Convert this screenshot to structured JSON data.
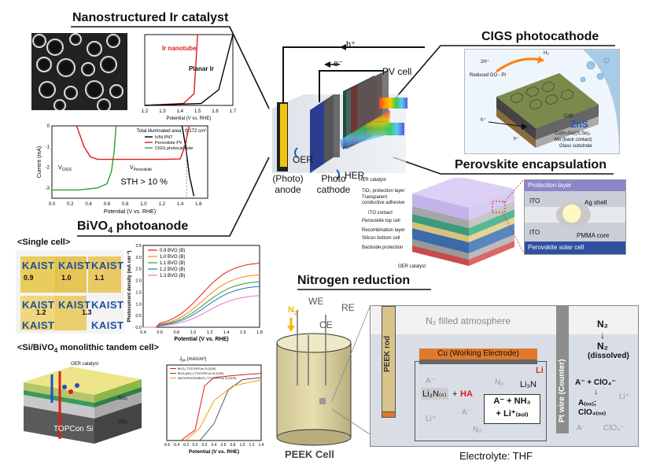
{
  "sections": {
    "ir": {
      "title": "Nanostructured Ir catalyst"
    },
    "cigs": {
      "title": "CIGS photocathode"
    },
    "perov": {
      "title": "Perovskite encapsulation"
    },
    "bivo4": {
      "title": "BiVO",
      "sub": "4",
      "suffix": " photoanode"
    },
    "nitro": {
      "title": "Nitrogen reduction"
    }
  },
  "center": {
    "h_plus": "h⁺",
    "e_minus": "e⁻",
    "pv_cell": "PV cell",
    "oer": "OER",
    "her": "HER",
    "anode_1": "(Photo)",
    "anode_2": "anode",
    "cathode_1": "Photo",
    "cathode_2": "cathode"
  },
  "ir_chart": {
    "ticks_x": [
      "1.2",
      "1.3",
      "1.4",
      "1.5",
      "1.6",
      "1.7"
    ],
    "xlabel": "Potential (V vs. RHE)",
    "series": [
      {
        "name": "Ir nanotube",
        "color": "#e31a1c",
        "values": [
          [
            1.2,
            0
          ],
          [
            1.42,
            0.5
          ],
          [
            1.48,
            3
          ],
          [
            1.5,
            18
          ]
        ]
      },
      {
        "name": "Planar Ir",
        "color": "#000000",
        "values": [
          [
            1.2,
            0
          ],
          [
            1.52,
            0.5
          ],
          [
            1.62,
            4
          ],
          [
            1.7,
            18
          ]
        ]
      }
    ]
  },
  "jv_chart": {
    "annotation": "Total illuminated area : 0.172 cm²",
    "legend": [
      "Ir/Ni PNT",
      "Perovskite PV",
      "CIGS photocathode"
    ],
    "colors": [
      "#000000",
      "#e31a1c",
      "#2ca02c"
    ],
    "ylabel": "Current (mA)",
    "xlabel": "Potential (V vs. RHE)",
    "ticks_x": [
      "0.0",
      "0.2",
      "0.4",
      "0.6",
      "0.8",
      "1.0",
      "1.2",
      "1.4",
      "1.6"
    ],
    "ticks_y": [
      "0",
      "-1",
      "-2",
      "-3"
    ],
    "v_cigs": "V",
    "v_cigs_sub": "CIGS",
    "v_perov": "V",
    "v_perov_sub": "Perovskite",
    "sth": "STH > 10 %"
  },
  "bivo4_panel": {
    "single_cell": "<Single cell>",
    "logo": "KAIST",
    "labels": [
      "0.9",
      "1.0",
      "1.1",
      "1.2",
      "1.3"
    ],
    "tandem_title_1": "<Si/BiVO",
    "tandem_title_sub": "4",
    "tandem_title_2": " monolithic tandem cell>",
    "stack_labels": [
      "OER catalyst",
      "SiO₂",
      "TOPCon Si",
      "SiO₂"
    ],
    "stack_center": "TOPCon Si"
  },
  "bvo_chart": {
    "legend": [
      "0.9 BVO (B)",
      "1.0 BVO (B)",
      "1.1 BVO (B)",
      "1.2 BVO (B)",
      "1.3 BVO (B)"
    ],
    "colors": [
      "#e31a1c",
      "#ff7f0e",
      "#2ca02c",
      "#1f77b4",
      "#e377c2"
    ],
    "ylabel": "Photocurrent density (mA cm⁻²)",
    "xlabel": "Potential (V vs. RHE)",
    "ticks_x": [
      "0.4",
      "0.6",
      "0.8",
      "1.0",
      "1.2",
      "1.4",
      "1.6",
      "1.8"
    ],
    "ticks_y": [
      "0.0",
      "0.5",
      "1.0",
      "1.5",
      "2.0",
      "2.5",
      "3.0",
      "3.5"
    ]
  },
  "tandem_chart": {
    "ylabel": "J",
    "ylabel_tail": " (mA/cm²)",
    "ylabel_sub": "ph",
    "xlabel": "Potential (V vs. RHE)",
    "ticks_x": [
      "-0.6",
      "-0.4",
      "-0.2",
      "0.0",
      "0.2",
      "0.4",
      "0.6",
      "0.8",
      "1.0",
      "1.2",
      "1.4"
    ],
    "legend": [
      "BiVO₄-TTO/TOPCon Si (SOR)",
      "BiVO₄(SiO₂)-TTO/TOPCon Si (SOR)",
      "NiOOH/FeOOH/BiVO₄-TTO/TOPCon Si (OER)"
    ],
    "colors": [
      "#e31a1c",
      "#555555",
      "#ff9900"
    ]
  },
  "cigs_panel": {
    "labels": [
      "2H⁺",
      "H₂",
      "Reduced GO - Pt",
      "CdS",
      "ZnS",
      "Cu(In,Ga)(S,Se)₂",
      "Mo (back contact)",
      "Glass substrate",
      "h⁺",
      "h⁺"
    ]
  },
  "perov_panel": {
    "layers": [
      "HER catalyst",
      "TiO₂ protection layer",
      "Transparent conductive adhesive",
      "ITO contact",
      "Perovskite top cell",
      "Recombination layer",
      "Silicon bottom cell",
      "Backside protection",
      "OER catalyst"
    ],
    "zoom": {
      "protection": "Protection layer",
      "ito": "ITO",
      "ag": "Ag shell",
      "pmma": "PMMA core",
      "solar": "Perovskite solar cell"
    }
  },
  "nitro_panel": {
    "n2": "N",
    "n2_sub": "2",
    "we": "WE",
    "re": "RE",
    "ce": "CE",
    "peek_cell": "PEEK Cell",
    "atmosphere": "N₂ filled atmosphere",
    "peek_rod": "PEEK rod",
    "cu_we": "Cu (Working Electrode)",
    "li": "Li",
    "li3n_s": "Li₃N₍ₛ₎",
    "ha": "HA",
    "li3n": "Li₃N",
    "a_minus": "A⁻",
    "li_plus": "Li⁺",
    "n2_label": "N₂",
    "product_1": "A⁻ + NH₃",
    "product_2": "+ Li⁺₍ₛₒₗ₎",
    "pt_wire": "Pt wire (Counter)",
    "n2_top": "N₂",
    "n2_dissolved": "N₂",
    "dissolved": "(dissolved)",
    "clo4_1": "A⁻ + ClO₄⁻",
    "a_ox": "A₍ₒₓ₎;",
    "clo4_ox": "ClO₄₍ₒₓ₎",
    "clo4_minus": "ClO₄⁻",
    "electrolyte": "Electrolyte: THF"
  }
}
